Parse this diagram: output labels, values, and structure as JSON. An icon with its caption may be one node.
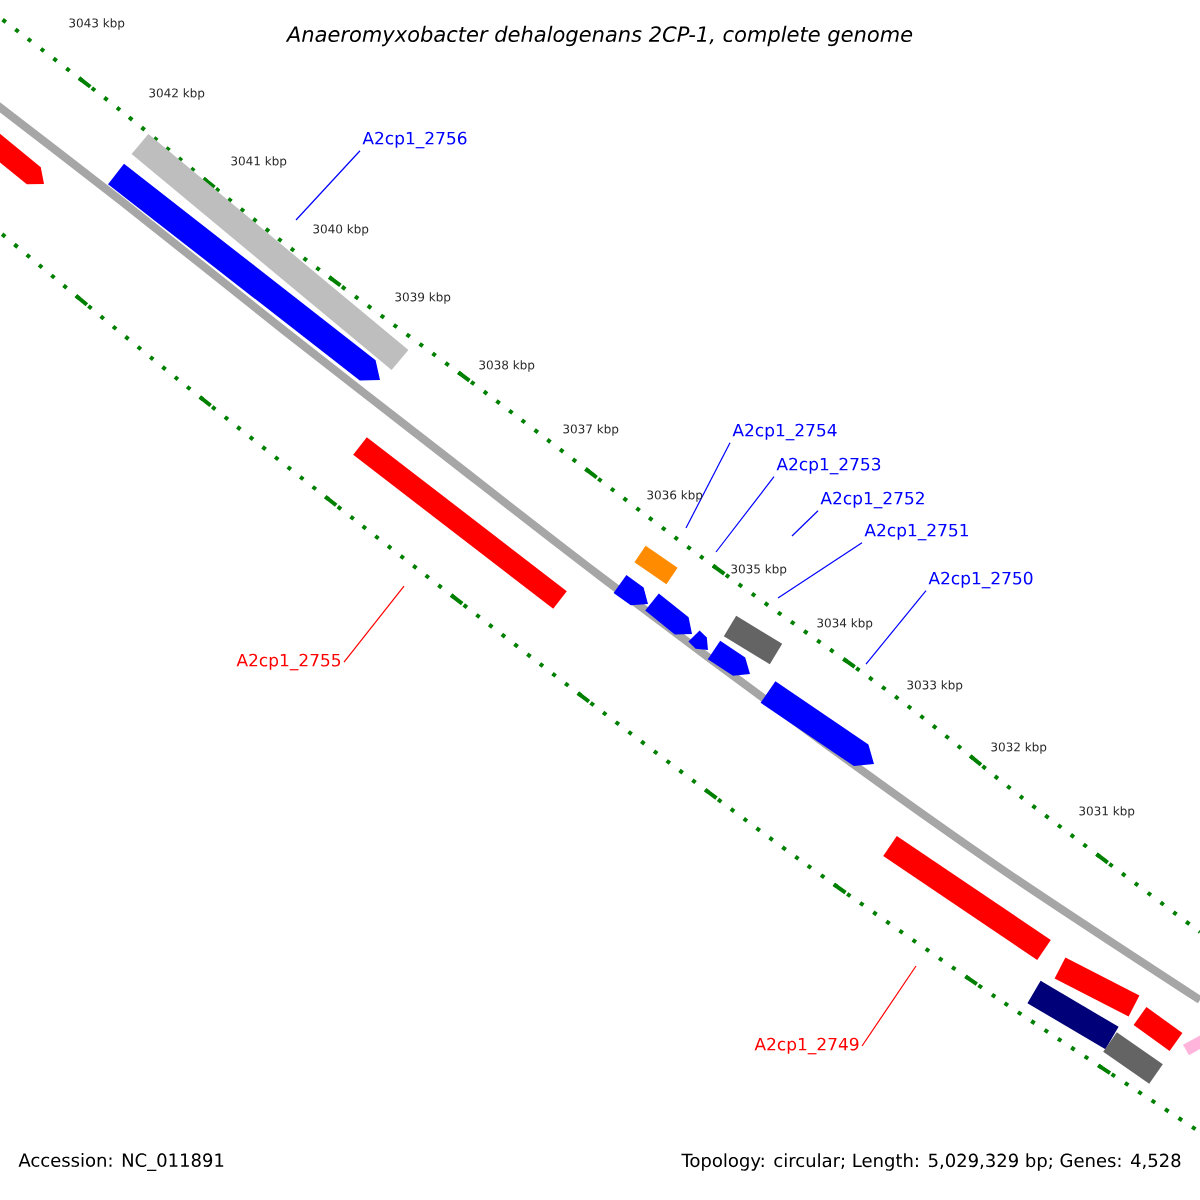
{
  "diagram": {
    "title": "Anaeromyxobacter dehalogenans 2CP-1, complete genome",
    "nodes": [
      {
        "text": [
          "A2cp1_2756"
        ]
      },
      {
        "text": [
          "A2cp1_2754"
        ]
      },
      {
        "text": [
          "A2cp1_2753"
        ]
      },
      {
        "text": [
          "A2cp1_2752"
        ]
      },
      {
        "text": [
          "A2cp1_2751"
        ]
      },
      {
        "text": [
          "A2cp1_2750"
        ]
      },
      {
        "text": [
          "A2cp1_2755"
        ]
      },
      {
        "text": [
          "A2cp1_2749"
        ]
      }
    ],
    "edges": [
      {
        "from": 0,
        "to": null,
        "arrow": "none"
      },
      {
        "from": 1,
        "to": null,
        "arrow": "none"
      },
      {
        "from": 2,
        "to": null,
        "arrow": "none"
      },
      {
        "from": 3,
        "to": null,
        "arrow": "none"
      },
      {
        "from": 4,
        "to": null,
        "arrow": "none"
      },
      {
        "from": 5,
        "to": null,
        "arrow": "none"
      },
      {
        "from": 6,
        "to": null,
        "arrow": "none",
        "color": "#ff0000"
      },
      {
        "from": 7,
        "to": null,
        "arrow": "none",
        "color": "#ff0000"
      }
    ],
    "labels": [
      "3043 kbp",
      "3042 kbp",
      "3041 kbp",
      "3040 kbp",
      "3039 kbp",
      "3038 kbp",
      "3037 kbp",
      "3036 kbp",
      "3035 kbp",
      "3034 kbp",
      "3033 kbp",
      "3032 kbp",
      "3031 kbp",
      "Accession: NC_011891",
      "Topology: circular; Length: 5,029,329 bp; Genes: 4,528"
    ]
  }
}
